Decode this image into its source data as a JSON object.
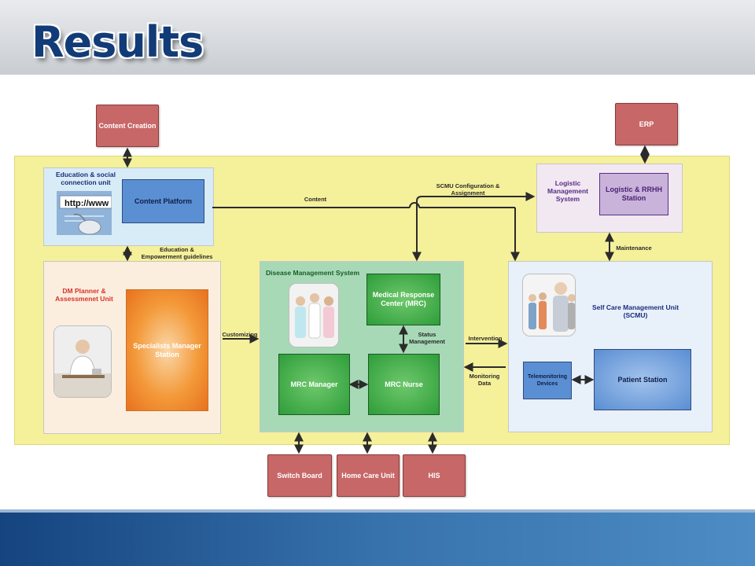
{
  "slide": {
    "title": "Results"
  },
  "external": {
    "content_creation": "Content Creation",
    "erp": "ERP",
    "switch_board": "Switch Board",
    "home_care_unit": "Home Care Unit",
    "his": "HIS"
  },
  "education": {
    "title_line1": "Education & social",
    "title_line2": "connection unit",
    "url_text": "http://www",
    "content_platform": "Content Platform"
  },
  "dm_planner": {
    "title_line1": "DM Planner &",
    "title_line2": "Assessmenet Unit",
    "specialists_line1": "Specialists Manager",
    "specialists_line2": "Station"
  },
  "disease_mgmt": {
    "title": "Disease Management System",
    "mrc_line1": "Medical Response",
    "mrc_line2": "Center (MRC)",
    "mrc_manager": "MRC Manager",
    "mrc_nurse": "MRC Nurse",
    "status_line1": "Status",
    "status_line2": "Management"
  },
  "logistic": {
    "title_line1": "Logistic",
    "title_line2": "Management",
    "title_line3": "System",
    "station_line1": "Logistic & RRHH",
    "station_line2": "Station"
  },
  "scmu": {
    "title_line1": "Self Care Management Unit",
    "title_line2": "(SCMU)",
    "telemonitoring_line1": "Telemonitoring",
    "telemonitoring_line2": "Devices",
    "patient_station": "Patient Station"
  },
  "flows": {
    "content": "Content",
    "scmu_config_line1": "SCMU Configuration &",
    "scmu_config_line2": "Assignment",
    "edu_guidelines_line1": "Education &",
    "edu_guidelines_line2": "Empowerment guidelines",
    "maintenance": "Maintenance",
    "customizing": "Customizing",
    "intervention": "Intervention",
    "monitoring_line1": "Monitoring",
    "monitoring_line2": "Data"
  },
  "colors": {
    "title": "#123c78",
    "external_box": "#c86767",
    "yellow_band": "#f5f09a",
    "green_box": "#2e9d3a",
    "blue_box": "#5b8fd3",
    "orange_box": "#f39a3a",
    "purple_box": "#c9b3db"
  }
}
